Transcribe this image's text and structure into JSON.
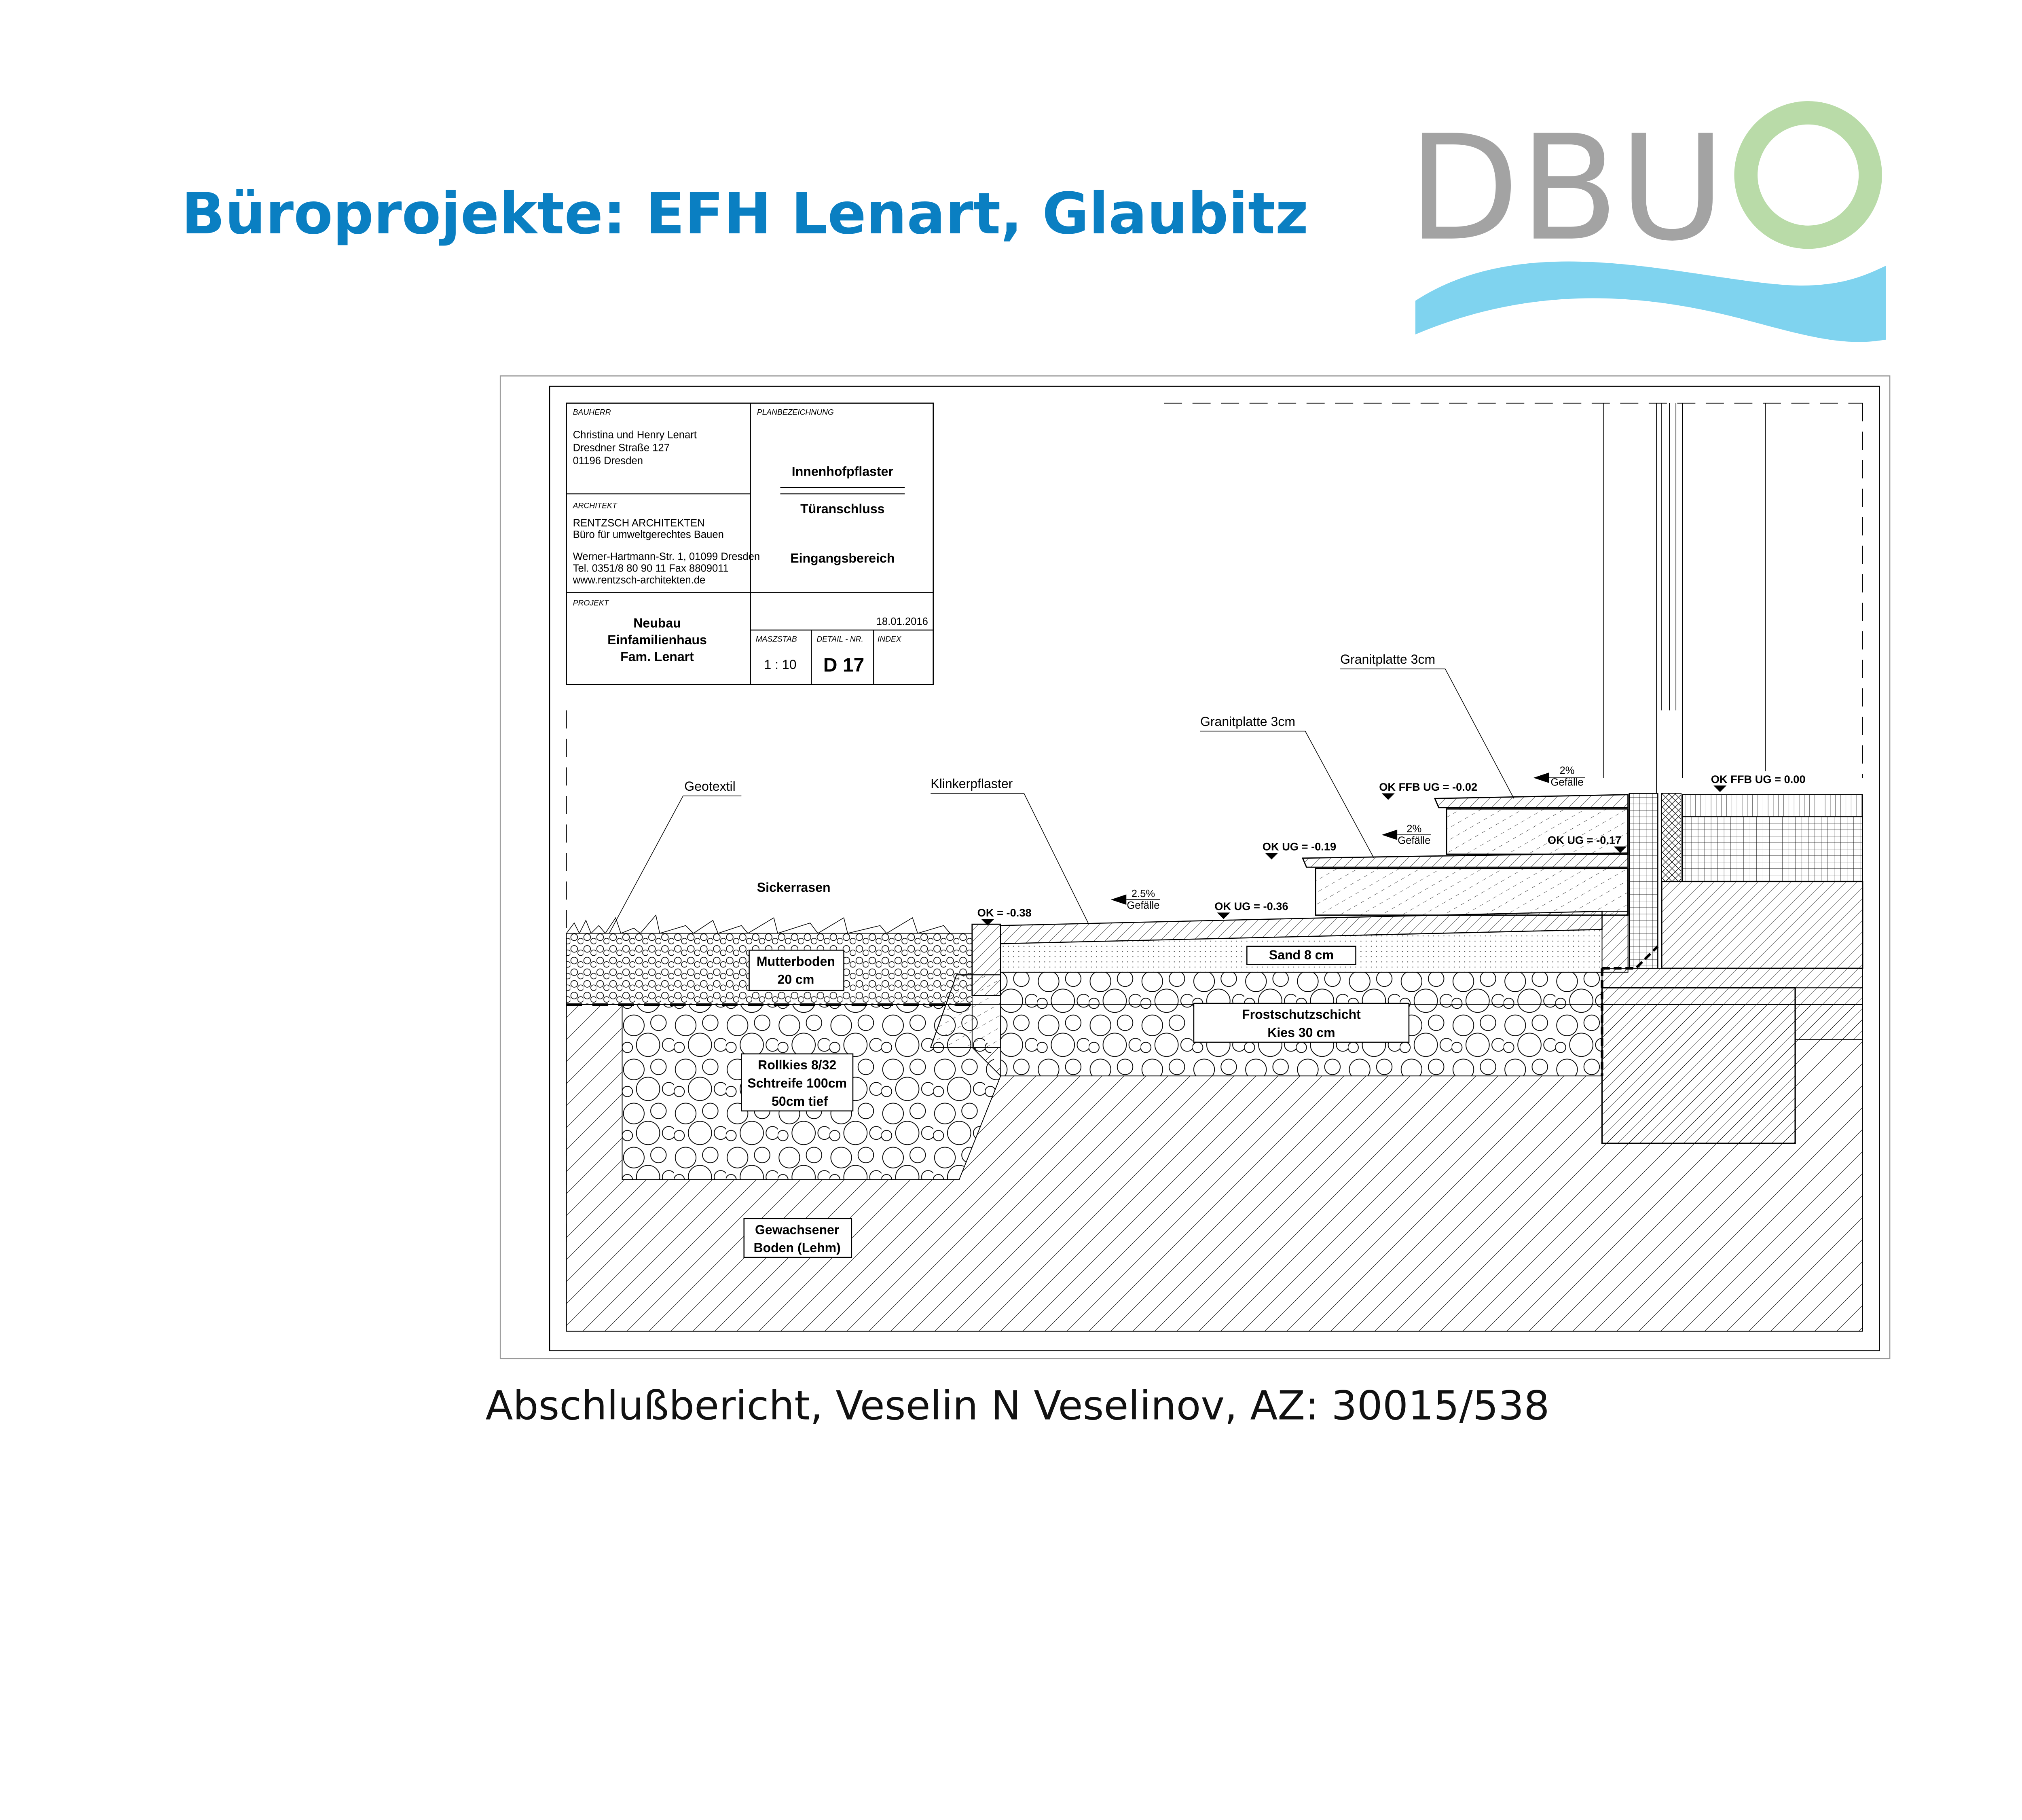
{
  "slide": {
    "title": "Büroprojekte: EFH Lenart, Glaubitz",
    "footer": "Abschlußbericht, Veselin N Veselinov, AZ: 30015/538",
    "logo_text": "DBU",
    "colors": {
      "title": "#0a7fc2",
      "logo_gray": "#a3a3a3",
      "logo_green": "#b9dba8",
      "logo_blue": "#7fd3ef"
    }
  },
  "title_block": {
    "bauherr_label": "BAUHERR",
    "bauherr_lines": [
      "Christina und Henry Lenart",
      "Dresdner Straße 127",
      "01196 Dresden"
    ],
    "architekt_label": "ARCHITEKT",
    "architekt_name": "RENTZSCH ARCHITEKTEN",
    "architekt_lines": [
      "Büro für umweltgerechtes Bauen",
      "Werner-Hartmann-Str. 1, 01099 Dresden",
      "Tel. 0351/8 80 90 11  Fax 8809011",
      "www.rentzsch-architekten.de"
    ],
    "projekt_label": "PROJEKT",
    "projekt_lines": [
      "Neubau",
      "Einfamilienhaus",
      "Fam. Lenart"
    ],
    "plan_label": "PLANBEZEICHNUNG",
    "plan_lines": [
      "Innenhofpflaster",
      "Türanschluss",
      "Eingangsbereich"
    ],
    "date": "18.01.2016",
    "massstab_label": "MASZSTAB",
    "massstab": "1 : 10",
    "detail_label": "DETAIL - NR.",
    "detail": "D 17",
    "index_label": "INDEX"
  },
  "annotations": {
    "geotextil": "Geotextil",
    "klinkerpflaster": "Klinkerpflaster",
    "granit1": "Granitplatte 3cm",
    "granit2": "Granitplatte 3cm",
    "sickerrasen": "Sickerrasen",
    "mutterboden": [
      "Mutterboden",
      "20 cm"
    ],
    "rollkies": [
      "Rollkies 8/32",
      "Schtreife 100cm",
      "50cm tief"
    ],
    "gewachsen": [
      "Gewachsener",
      "Boden (Lehm)"
    ],
    "sand": "Sand 8 cm",
    "frost": [
      "Frostschutzschicht",
      "Kies 30 cm"
    ],
    "levels": {
      "ok_038": "OK = -0.38",
      "ok_ug_036": "OK UG = -0.36",
      "ok_ug_019": "OK UG = -0.19",
      "ok_ug_017": "OK UG = -0.17",
      "ok_ffb_002": "OK FFB UG = -0.02",
      "ok_ffb_000": "OK FFB UG = 0.00"
    },
    "slopes": [
      {
        "pct": "2.5%",
        "label": "Gefälle"
      },
      {
        "pct": "2%",
        "label": "Gefälle"
      },
      {
        "pct": "2%",
        "label": "Gefälle"
      }
    ]
  }
}
